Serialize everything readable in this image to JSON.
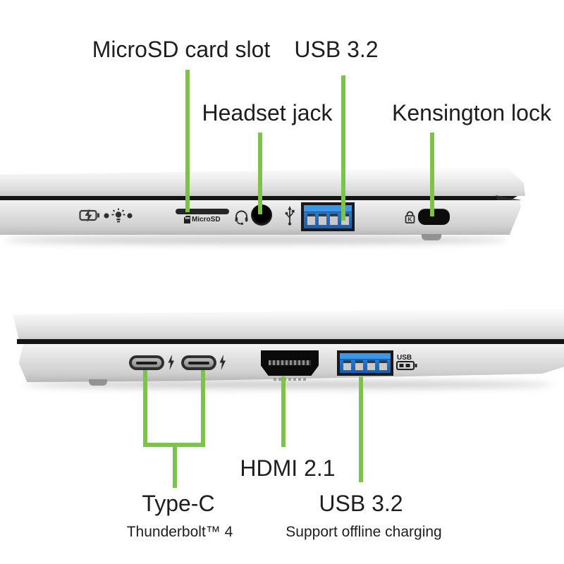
{
  "colors": {
    "accent_green": "#7dc24b",
    "label_text": "#1e1e1e",
    "usb_port_blue": "#2a7fd4",
    "laptop_silver": "#d9d9d9"
  },
  "top_view": {
    "labels": {
      "microsd": "MicroSD card slot",
      "usb": "USB 3.2",
      "headset": "Headset jack",
      "kensington": "Kensington lock"
    },
    "markings": {
      "microsd": "MicroSD",
      "kensington_k": "K"
    }
  },
  "bottom_view": {
    "labels": {
      "hdmi": "HDMI 2.1",
      "typec": "Type-C",
      "typec_sub": "Thunderbolt™ 4",
      "usb": "USB 3.2",
      "usb_sub": "Support offline charging"
    },
    "markings": {
      "usb_charging": "USB"
    }
  }
}
